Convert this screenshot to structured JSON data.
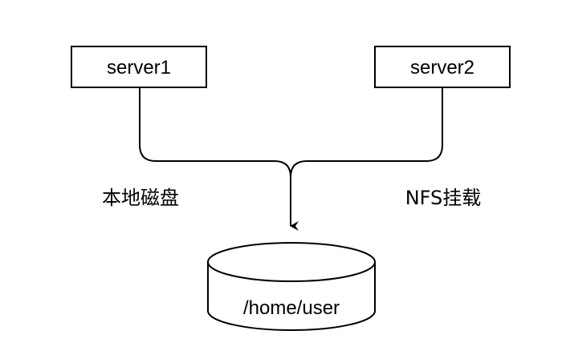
{
  "nodes": {
    "server1": {
      "label": "server1"
    },
    "server2": {
      "label": "server2"
    },
    "storage": {
      "label": "/home/user"
    }
  },
  "edge_labels": {
    "left": "本地磁盘",
    "right": "NFS挂载"
  },
  "colors": {
    "stroke": "#000000",
    "fill": "#ffffff",
    "background": "#ffffff"
  }
}
